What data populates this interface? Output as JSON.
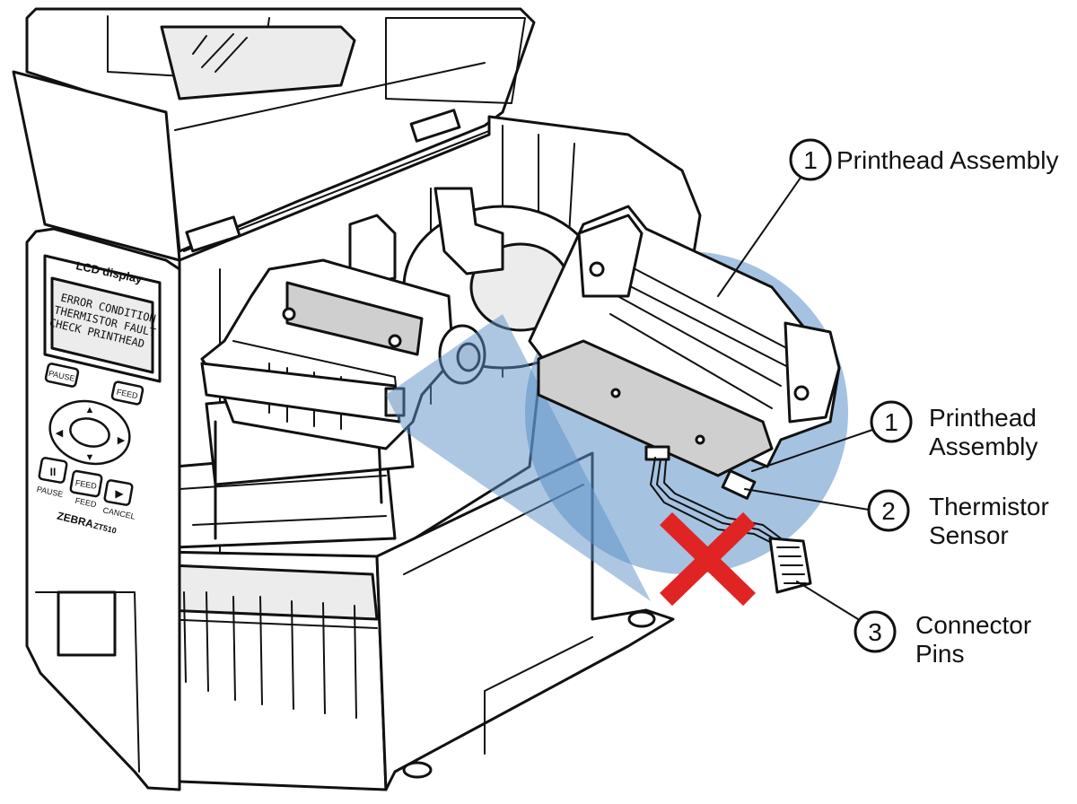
{
  "panel": {
    "lcd_title": "LCD display",
    "lcd_lines": [
      "ERROR CONDITION",
      "THERMISTOR FAULT",
      "CHECK PRINTHEAD"
    ],
    "buttons": {
      "pause_top": "PAUSE",
      "feed_top": "FEED",
      "feed_bottom": "FEED",
      "pause_caption": "PAUSE",
      "feed_caption": "FEED",
      "cancel_caption": "CANCEL"
    },
    "brand": "ZEBRA",
    "model": "ZT510"
  },
  "callouts": [
    {
      "number": "1",
      "label": "Printhead Assembly"
    },
    {
      "number": "1",
      "label_line1": "Printhead",
      "label_line2": "Assembly"
    },
    {
      "number": "2",
      "label_line1": "Thermistor",
      "label_line2": "Sensor"
    },
    {
      "number": "3",
      "label_line1": "Connector",
      "label_line2": "Pins"
    }
  ],
  "colors": {
    "zoom_fill": "#5b8fc8",
    "cross": "#e02424",
    "line": "#111111"
  }
}
